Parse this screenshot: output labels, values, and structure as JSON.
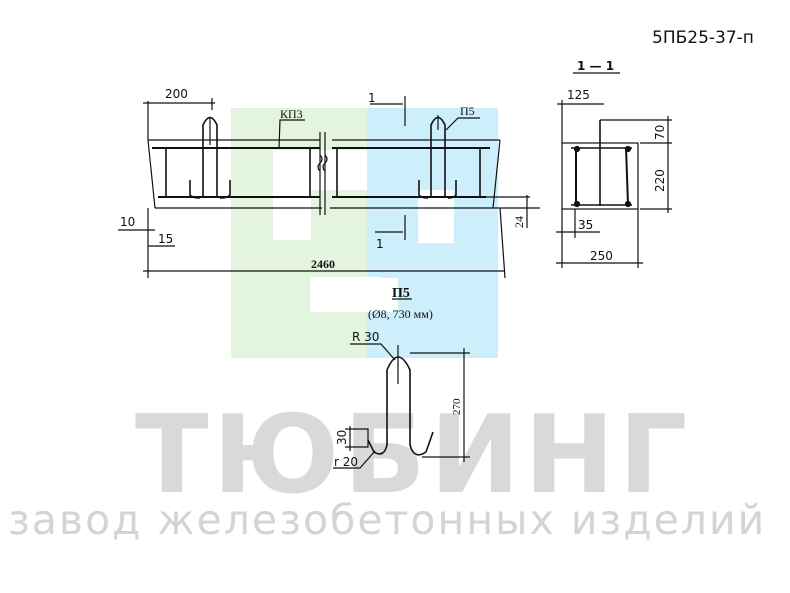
{
  "document": {
    "mark_code": "5ПБ25-37-п"
  },
  "watermark": {
    "logo_colors": {
      "green": "#e3f5df",
      "blue": "#cdeefb"
    },
    "brand": "ТЮБИНГ",
    "tagline": "завод железобетонных изделий"
  },
  "elevation_view": {
    "labels": {
      "mesh": "КП3",
      "loop": "П5",
      "section_mark_top": "1",
      "section_mark_bottom": "1"
    },
    "dimensions": {
      "loop_offset": "200",
      "overall_length": "2460",
      "bottom_offset_a": "10",
      "bottom_offset_b": "15",
      "cover_height": "24"
    }
  },
  "section_view": {
    "title": "1 — 1",
    "dimensions": {
      "loop_position": "125",
      "loop_projection": "70",
      "height": "220",
      "cover": "35",
      "width": "250"
    }
  },
  "loop_detail": {
    "title": "П5",
    "spec": "(Ø8, 730 мм)",
    "dimensions": {
      "radius_top": "R 30",
      "height": "270",
      "hook_length": "30",
      "radius_bottom": "r 20"
    }
  }
}
